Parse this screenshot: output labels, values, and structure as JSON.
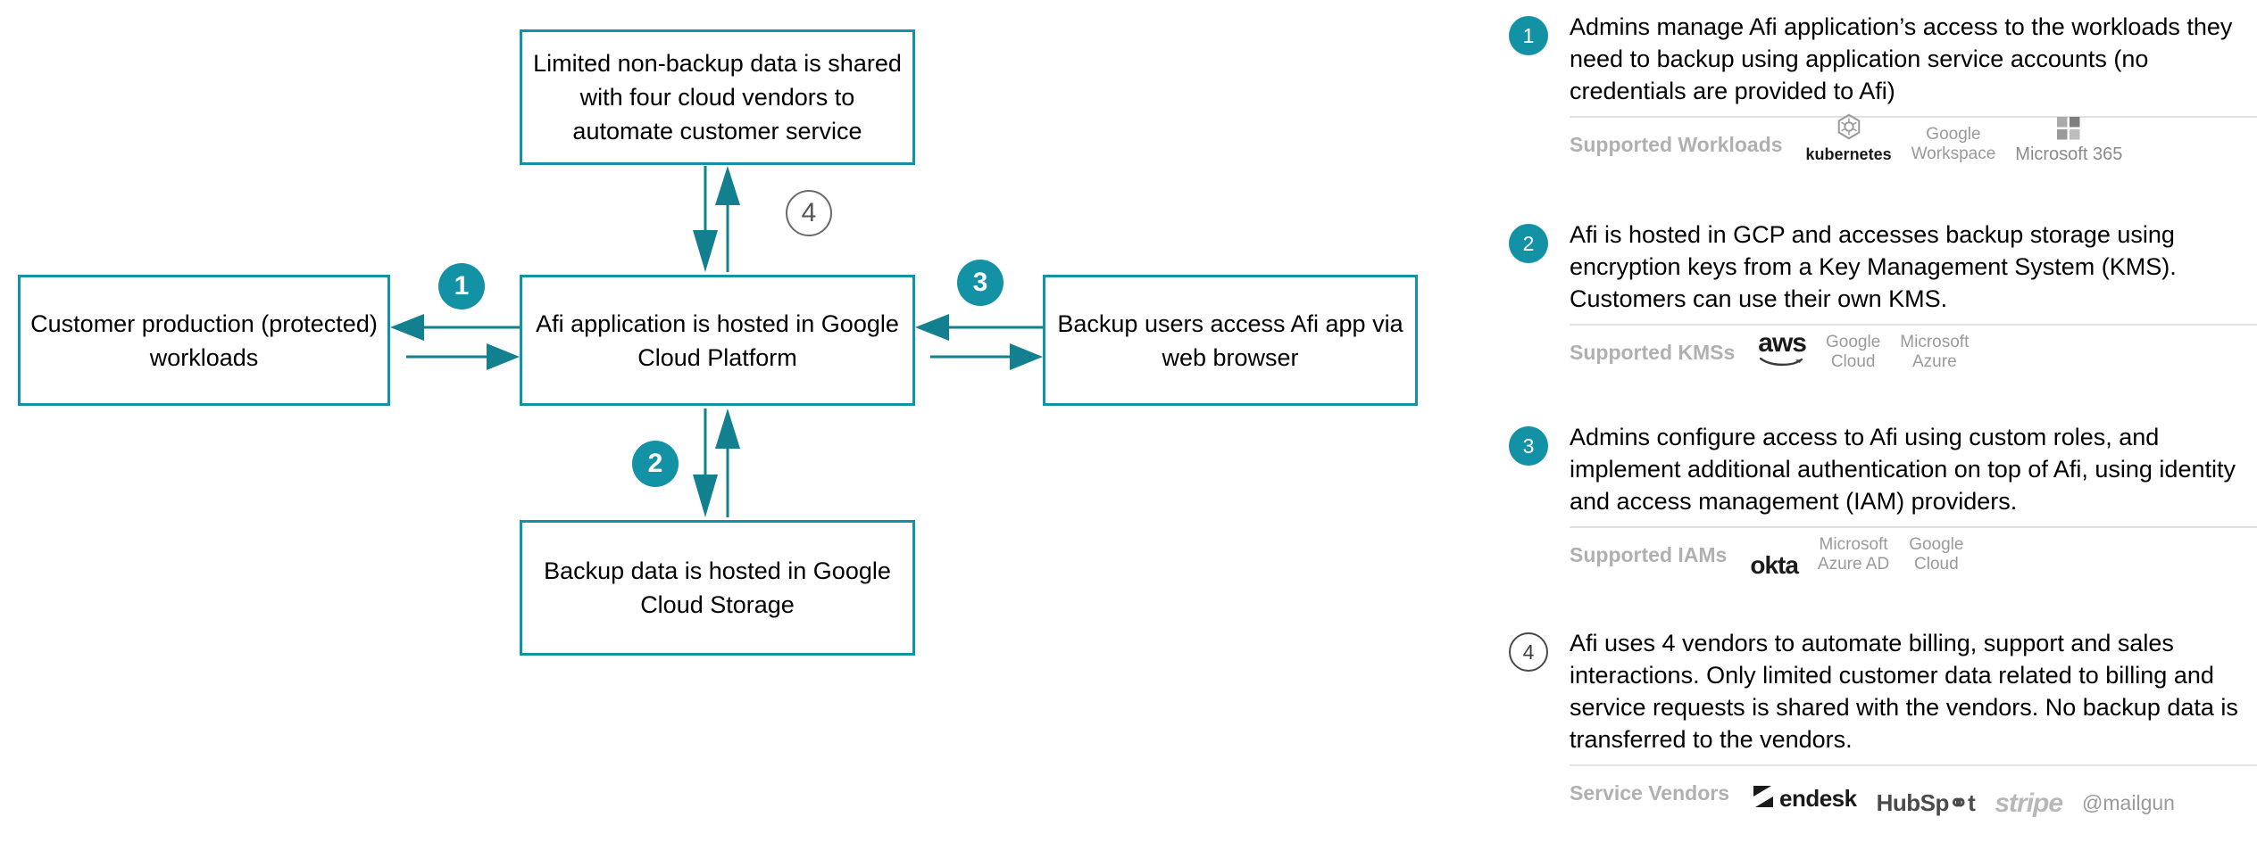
{
  "colors": {
    "accent_teal": "#1391a5",
    "arrow_teal": "#12808f",
    "box_border": "#1391a5",
    "text_black": "#000000",
    "muted_gray": "#b0b0b0",
    "outline_circle": "#4a4a4a"
  },
  "diagram": {
    "nodes": [
      {
        "id": "top",
        "text": "Limited non-backup data is shared with four cloud vendors to automate customer service"
      },
      {
        "id": "left",
        "text": "Customer production (protected) workloads"
      },
      {
        "id": "center",
        "text": "Afi application is hosted in Google Cloud Platform"
      },
      {
        "id": "right",
        "text": "Backup users access Afi app via web browser"
      },
      {
        "id": "bottom",
        "text": "Backup data is hosted in Google Cloud Storage"
      }
    ],
    "markers": [
      {
        "id": "1",
        "label": "1",
        "style": "filled"
      },
      {
        "id": "2",
        "label": "2",
        "style": "filled"
      },
      {
        "id": "3",
        "label": "3",
        "style": "filled"
      },
      {
        "id": "4",
        "label": "4",
        "style": "outline"
      }
    ]
  },
  "panel": {
    "steps": [
      {
        "number": "1",
        "badge_style": "filled",
        "text": "Admins manage Afi application’s access to the workloads they need to backup using application service accounts (no credentials are provided to Afi)",
        "logo_label": "Supported Workloads",
        "logos": [
          {
            "icon": "kubernetes-icon",
            "name": "kubernetes"
          },
          {
            "icon": "google-workspace-icon",
            "name": "Google\nWorkspace"
          },
          {
            "icon": "microsoft-icon",
            "name": "Microsoft 365"
          }
        ]
      },
      {
        "number": "2",
        "badge_style": "filled",
        "text": "Afi is hosted in GCP and accesses backup storage using encryption keys from a Key Management System (KMS). Customers can use their own KMS.",
        "logo_label": "Supported KMSs",
        "logos": [
          {
            "icon": "aws-icon",
            "name": "aws"
          },
          {
            "icon": "google-cloud-icon",
            "name": "Google\nCloud"
          },
          {
            "icon": "microsoft-azure-icon",
            "name": "Microsoft\nAzure"
          }
        ]
      },
      {
        "number": "3",
        "badge_style": "filled",
        "text": "Admins configure access to Afi using custom roles, and implement additional authentication on top of Afi, using identity and access management (IAM) providers.",
        "logo_label": "Supported IAMs",
        "logos": [
          {
            "icon": "okta-icon",
            "name": "okta"
          },
          {
            "icon": "microsoft-azure-ad-icon",
            "name": "Microsoft\nAzure AD"
          },
          {
            "icon": "google-cloud-icon",
            "name": "Google\nCloud"
          }
        ]
      },
      {
        "number": "4",
        "badge_style": "outline",
        "text": "Afi uses 4 vendors to automate billing, support and sales interactions. Only limited customer data related to billing and service requests is shared with the vendors. No backup data is transferred to the vendors.",
        "logo_label": "Service Vendors",
        "logos": [
          {
            "icon": "zendesk-icon",
            "name": "endesk"
          },
          {
            "icon": "hubspot-icon",
            "name": "HubSpöt"
          },
          {
            "icon": "stripe-icon",
            "name": "stripe"
          },
          {
            "icon": "mailgun-icon",
            "name": "@mailgun"
          }
        ]
      }
    ]
  }
}
